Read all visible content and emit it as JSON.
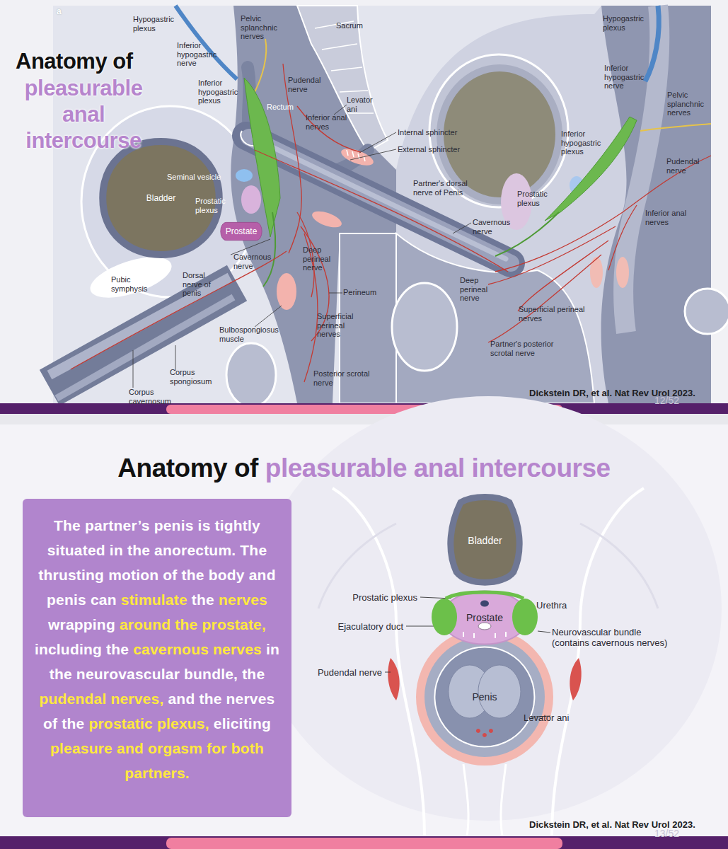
{
  "diagram": {
    "nodes": [
      {
        "text": [
          "Bladder"
        ]
      },
      {
        "text": [
          "Prostate"
        ]
      },
      {
        "text": [
          "The partner’s penis is tightly situated in the anorectum. The thrusting motion of the body and penis can",
          "stimulate",
          "the",
          "nerves",
          "wrapping",
          "around the prostate,",
          "including the",
          "cavernous nerves",
          "in the neurovascular bundle, the",
          "pudendal nerves,",
          "and the nerves of the",
          "prostatic plexus,",
          "eliciting",
          "pleasure and orgasm for both partners."
        ]
      },
      {
        "text": [
          "Bladder"
        ]
      },
      {
        "text": [
          "Prostate"
        ]
      },
      {
        "text": [
          "Penis"
        ]
      }
    ],
    "labels": [
      "a",
      "Anatomy of",
      "pleasurable anal intercourse",
      "Hypogastric plexus",
      "Pelvic splanchnic nerves",
      "Sacrum",
      "Inferior hypogastric nerve",
      "Pudendal nerve",
      "Inferior hypogastric plexus",
      "Rectum",
      "Levator ani",
      "Inferior anal nerves",
      "Internal sphincter",
      "External sphincter",
      "Seminal vesicle",
      "Prostatic plexus",
      "Partner's dorsal nerve of Penis",
      "Cavernous nerve",
      "Deep perineal nerve",
      "Cavernous nerve",
      "Pubic symphysis",
      "Dorsal nerve of penis",
      "Perineum",
      "Superficial perineal nerves",
      "Bulbospongiosus muscle",
      "Corpus spongiosum",
      "Posterior scrotal nerve",
      "Corpus cavernosum",
      "Hypogastric plexus",
      "Inferior hypogastric nerve",
      "Pelvic splanchnic nerves",
      "Inferior hypogastric plexus",
      "Pudendal nerve",
      "Prostatic plexus",
      "Inferior anal nerves",
      "Deep perineal nerve",
      "Superficial perineal nerves",
      "Partner's posterior scrotal nerve",
      "Dickstein DR, et al. Nat Rev Urol 2023.",
      "12/52",
      "Anatomy of",
      "pleasurable anal intercourse",
      "Prostatic plexus",
      "Urethra",
      "Ejaculatory duct",
      "Neurovascular bundle (contains cavernous nerves)",
      "Pudendal nerve",
      "Levator ani",
      "Dickstein DR, et al. Nat Rev Urol 2023.",
      "13/52"
    ]
  }
}
